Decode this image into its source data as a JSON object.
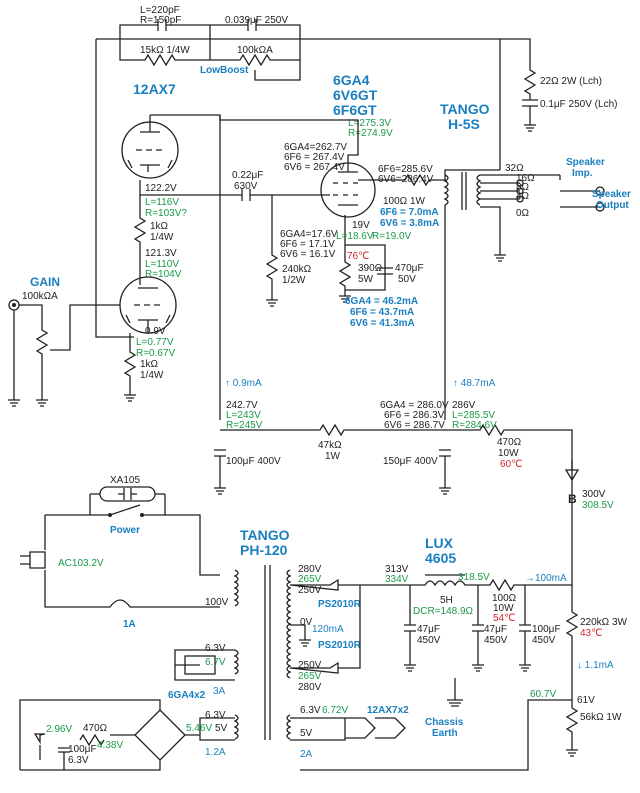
{
  "colors": {
    "wire": "#222222",
    "blue": "#1a7fc0",
    "green": "#1a9a4a",
    "red": "#d2282e"
  },
  "titles": {
    "tube_12ax7": "12AX7",
    "tube_6ga4": "6GA4",
    "tube_6v6gt": "6V6GT",
    "tube_6f6gt": "6F6GT",
    "tango_h5s_1": "TANGO",
    "tango_h5s_2": "H-5S",
    "tango_ph120_1": "TANGO",
    "tango_ph120_2": "PH-120",
    "lux_1": "LUX",
    "lux_2": "4605",
    "lowboost": "LowBoost",
    "power": "Power",
    "gain": "GAIN",
    "speaker_imp": "Speaker",
    "speaker_imp2": "Imp.",
    "speaker_out": "Speaker",
    "speaker_out2": "Output",
    "chassis": "Chassis",
    "chassis2": "Earth",
    "twelveax7x2": "12AX7x2",
    "sixga4x2": "6GA4x2"
  },
  "labels": {
    "c_220p_l": "L=220pF",
    "c_150p_r": "R=150pF",
    "c_039": "0.039μF 250V",
    "r_15k": "15kΩ 1/4W",
    "r_100ka": "100kΩA",
    "r_22": "22Ω 2W (Lch)",
    "c_01": "0.1μF 250V (Lch)",
    "l_2753": "L=275.3V",
    "r_2749": "R=274.9V",
    "ga4_2627": "6GA4=262.7V",
    "f6_2674": "6F6 = 267.4V",
    "v6_2674": "6V6 = 267.4V",
    "f6_2856": "6F6=285.6V",
    "v6_2864": "6V6=286.4V",
    "r_100_1w": "100Ω 1W",
    "c_022": "0.22μF",
    "c_630": "630V",
    "v_1222": "122.2V",
    "l_116": "L=116V",
    "r_103": "R=103V?",
    "r_1k": "1kΩ",
    "r_1k_w": "1/4W",
    "v_1213": "121.3V",
    "l_110": "L=110V",
    "r_104": "R=104V",
    "ga4_176": "6GA4=17.6V",
    "f6_171": "6F6 = 17.1V",
    "v6_161": "6V6 = 16.1V",
    "v_19": "19V",
    "l_186": "L=18.6V",
    "r_190": "R=19.0V",
    "f6_70": "6F6 = 7.0mA",
    "v6_38": "6V6 = 3.8mA",
    "r_240k": "240kΩ",
    "r_240k_w": "1/2W",
    "t_76": "76℃",
    "r_390": "390Ω",
    "r_390_w": "5W",
    "c_470u": "470μF",
    "c_470u_v": "50V",
    "ga4_462": "6GA4 = 46.2mA",
    "f6_437": "6F6 = 43.7mA",
    "v6_413": "6V6 = 41.3mA",
    "gain_100ka": "100kΩA",
    "v_09": "0.9V",
    "l_077": "L=0.77V",
    "r_067": "R=0.67V",
    "r_1k2": "1kΩ",
    "r_1k2_w": "1/4W",
    "i_09": "↑ 0.9mA",
    "i_487": "↑ 48.7mA",
    "v_2427": "242.7V",
    "l_243": "L=243V",
    "r_245": "R=245V",
    "ga4_2860": "6GA4 = 286.0V",
    "f6_2863": "6F6 = 286.3V",
    "v6_2867": "6V6 = 286.7V",
    "v_286": "286V",
    "l_2855": "L=285.5V",
    "r_2846": "R=284.6V",
    "r_47k": "47kΩ",
    "r_47k_w": "1W",
    "r_470": "470Ω",
    "r_470_w": "10W",
    "t_60": "60℃",
    "c_100u400": "100μF 400V",
    "c_150u400": "150μF 400V",
    "node_b": "B",
    "v_300": "300V",
    "v_3085": "308.5V",
    "xa105": "XA105",
    "ac": "AC103.2V",
    "v_100": "100V",
    "fuse": "1A",
    "v_280a": "280V",
    "v_265a": "265V",
    "v_250a": "250V",
    "ps1": "PS2010R",
    "v_0": "0V",
    "i_120": "120mA",
    "v_250b": "250V",
    "v_265b": "265V",
    "v_280b": "280V",
    "ps2": "PS2010R",
    "v_313": "313V",
    "v_334": "334V",
    "l_5h": "5H",
    "dcr": "DCR=148.9Ω",
    "v_3185": "318.5V",
    "r_100_10": "100Ω",
    "r_100_10w": "10W",
    "t_54": "54℃",
    "i_100": "→100mA",
    "c_47a": "47μF",
    "c_47a_v": "450V",
    "c_47b": "47μF",
    "c_47b_v": "450V",
    "c_100b": "100μF",
    "c_100b_v": "450V",
    "r_220k": "220kΩ 3W",
    "t_43": "43℃",
    "i_11": "↓ 1.1mA",
    "v_607": "60.7V",
    "v_61": "61V",
    "r_56k": "56kΩ 1W",
    "h_63a": "6.3V",
    "h_67": "6.7V",
    "h_3a": "3A",
    "h_63b": "6.3V",
    "h_5v": "5V",
    "h_546": "5.46V",
    "h_12a": "1.2A",
    "h_63c": "6.3V",
    "h_672": "6.72V",
    "h_5v2": "5V",
    "h_2a": "2A",
    "led_296": "2.96V",
    "r_470b": "470Ω",
    "v_438": "4.38V",
    "c_100u63": "100μF",
    "c_100u63_v": "6.3V",
    "tap_32": "32Ω",
    "tap_16": "16Ω",
    "tap_8": "8Ω",
    "tap_4": "4Ω",
    "tap_0": "0Ω"
  }
}
